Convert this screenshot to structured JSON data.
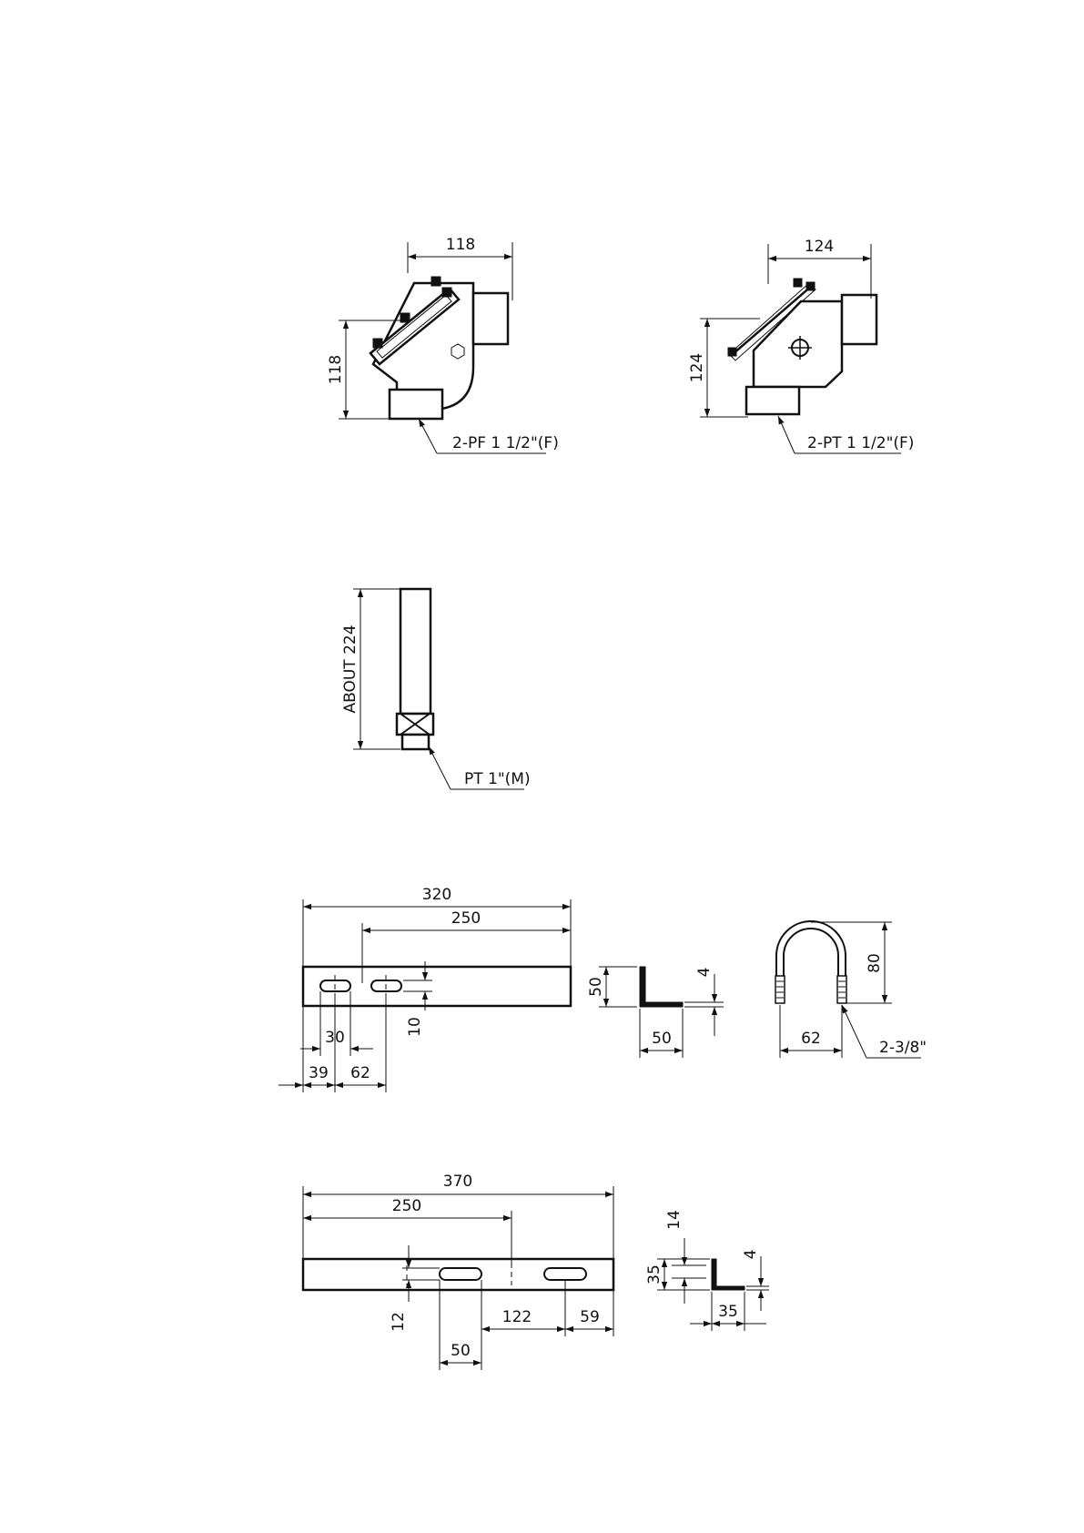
{
  "fig_pf_box": {
    "dim_width": "118",
    "dim_height": "118",
    "callout": "2-PF 1 1/2\"(F)"
  },
  "fig_pt_box": {
    "dim_width": "124",
    "dim_height": "124",
    "callout": "2-PT 1 1/2\"(F)"
  },
  "fig_pipe": {
    "dim_length": "ABOUT 224",
    "callout": "PT 1\"(M)"
  },
  "fig_bracket_a": {
    "dim_overall": "320",
    "dim_span": "250",
    "dim_slot": "30",
    "dim_edge": "39",
    "dim_pitch": "62",
    "dim_offset": "10",
    "angle_leg": "50",
    "angle_base": "50",
    "angle_thickness": "4"
  },
  "fig_ubolt": {
    "dim_height": "80",
    "dim_width": "62",
    "callout": "2-3/8\""
  },
  "fig_bracket_b": {
    "dim_overall": "370",
    "dim_span": "250",
    "dim_offset": "12",
    "dim_pitch": "122",
    "dim_edge": "59",
    "dim_slot": "50",
    "angle_leg": "35",
    "angle_gap": "14",
    "angle_base": "35",
    "angle_thickness": "4"
  }
}
